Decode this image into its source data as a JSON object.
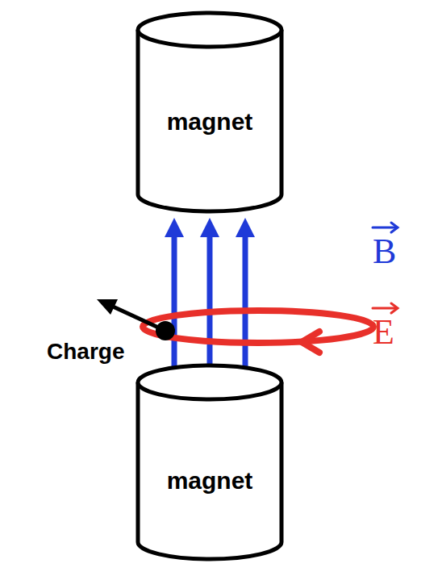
{
  "diagram": {
    "nodes": [
      {
        "text": [
          "magnet"
        ]
      },
      {
        "text": [
          "magnet"
        ]
      }
    ],
    "edges": [
      {
        "from": 1,
        "to": 0,
        "arrow": "to"
      },
      {
        "from": 1,
        "to": 0,
        "arrow": "to"
      },
      {
        "from": 1,
        "to": 0,
        "arrow": "to"
      }
    ],
    "labels": [
      "Charge",
      "B",
      "E"
    ]
  }
}
